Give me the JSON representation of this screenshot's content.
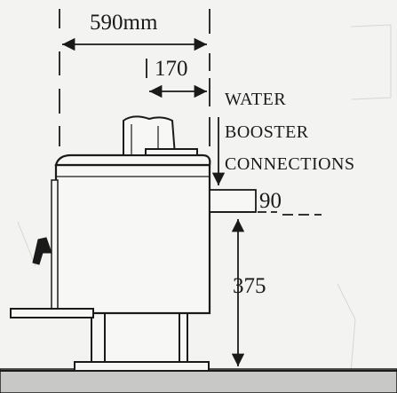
{
  "dimensions": {
    "overall_width": "590mm",
    "flue_offset": "170",
    "connection_height": "90",
    "base_height": "375"
  },
  "callout": {
    "line1": "WATER",
    "line2": "BOOSTER",
    "line3": "CONNECTIONS"
  },
  "colors": {
    "ink": "#1a1a1a",
    "paper": "#f3f3f1",
    "stove_fill": "#f7f7f5"
  }
}
